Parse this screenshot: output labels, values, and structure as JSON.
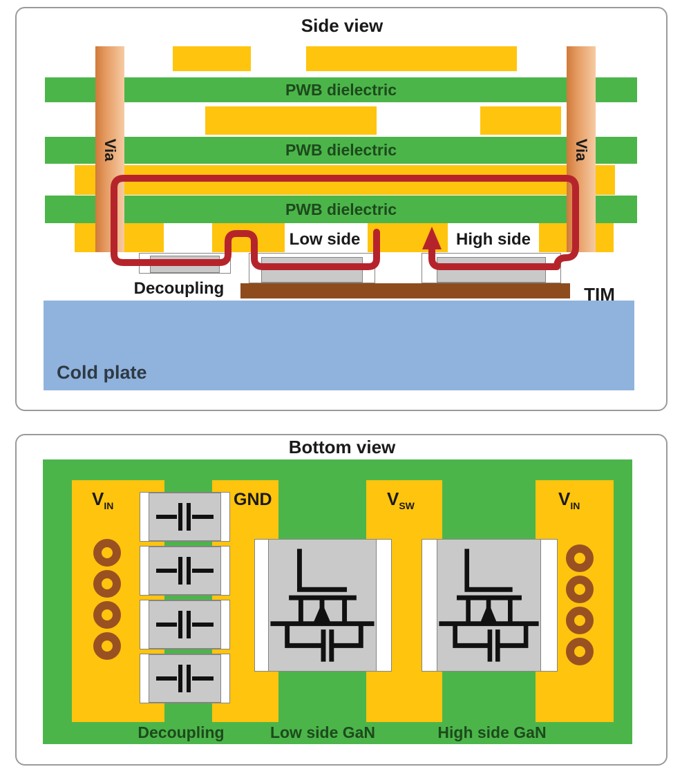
{
  "side_view": {
    "title": "Side view",
    "dielectric_label": "PWB dielectric",
    "via_label": "Via",
    "low_side_label": "Low side",
    "high_side_label": "High side",
    "decoupling_label": "Decoupling",
    "tim_label": "TIM",
    "cold_plate_label": "Cold plate"
  },
  "bottom_view": {
    "title": "Bottom view",
    "vin_main": "V",
    "vin_sub": "IN",
    "gnd_label": "GND",
    "vsw_main": "V",
    "vsw_sub": "SW",
    "decoupling_label": "Decoupling",
    "low_side_label": "Low side GaN",
    "high_side_label": "High side GaN"
  },
  "colors": {
    "pwb_green": "#4cb54a",
    "copper_yellow": "#ffc40e",
    "current_loop_red": "#b6242b",
    "via_copper_orange": "#d07a3a",
    "tim_brown": "#8e4c1e",
    "via_ring_brown": "#9a5122",
    "cold_plate_blue": "#90b3dd",
    "die_gray": "#c9c9c9",
    "label_dark_green": "#1d4a1d"
  }
}
